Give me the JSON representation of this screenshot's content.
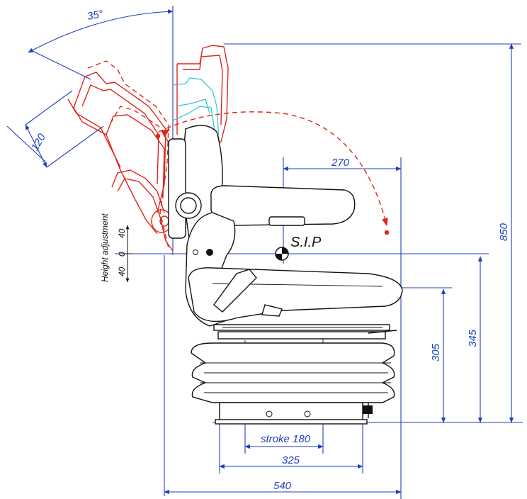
{
  "dimensions": {
    "angle": "35°",
    "backrest_adjust": "120",
    "sip_forward": "270",
    "overall_height": "850",
    "seat_height_max": "345",
    "seat_height_min": "305",
    "stroke": "stroke 180",
    "base_width": "325",
    "overall_depth": "540"
  },
  "labels": {
    "sip": "S.I.P",
    "height_adjustment": "Height adjustment",
    "height_plus": "40",
    "height_zero": "0",
    "height_minus": "40"
  },
  "colors": {
    "dimension": "#1f3fbf",
    "seat_outline": "#111111",
    "recline_positions": "#e0241b",
    "mid_position": "#29c6d4"
  }
}
